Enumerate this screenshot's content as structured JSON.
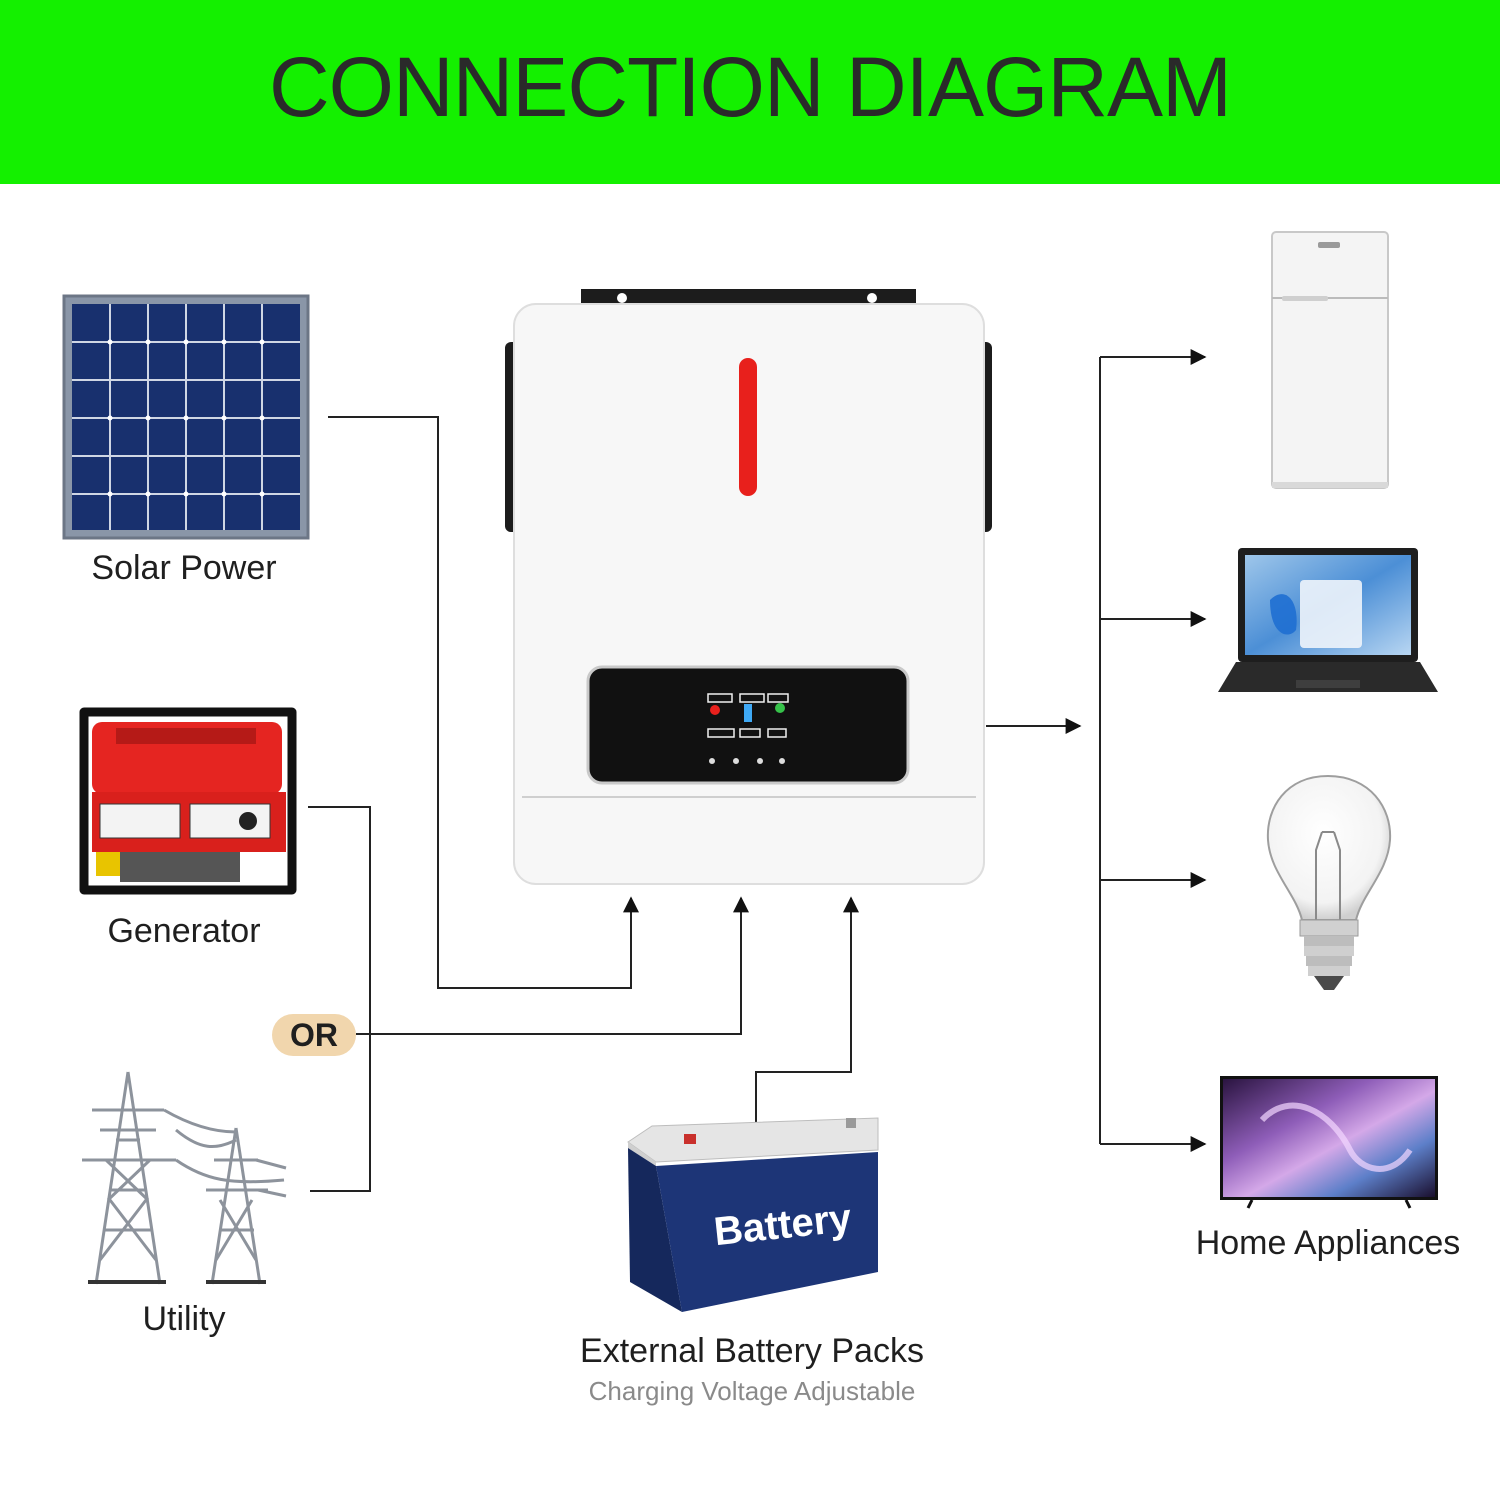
{
  "title": "CONNECTION DIAGRAM",
  "sources": {
    "solar": "Solar Power",
    "generator": "Generator",
    "or": "OR",
    "utility": "Utility"
  },
  "battery": {
    "label": "Battery",
    "title": "External Battery Packs",
    "subtitle": "Charging Voltage Adjustable"
  },
  "loads": {
    "label": "Home Appliances"
  },
  "colors": {
    "header": "#14f000",
    "inverter_led": "#e8201c",
    "battery": "#1d3577",
    "or_badge": "#f1d6ad"
  },
  "icons": [
    "solar-panel-icon",
    "generator-icon",
    "power-tower-icon",
    "inverter-icon",
    "battery-icon",
    "refrigerator-icon",
    "laptop-icon",
    "light-bulb-icon",
    "television-icon"
  ]
}
